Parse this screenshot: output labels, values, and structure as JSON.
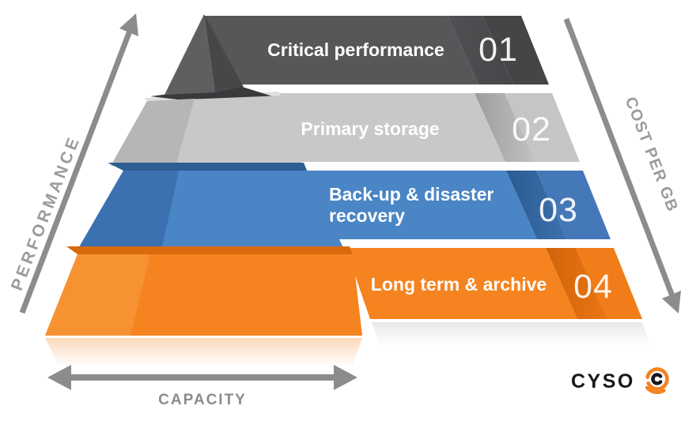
{
  "pyramid": {
    "tiers": [
      {
        "number": "01",
        "label": "Critical performance",
        "color": "#57575a"
      },
      {
        "number": "02",
        "label": "Primary storage",
        "color": "#c8c8c9"
      },
      {
        "number": "03",
        "label": "Back-up & disaster recovery",
        "label_lines": [
          "Back-up & disaster",
          "recovery"
        ],
        "color": "#4a85c5"
      },
      {
        "number": "04",
        "label": "Long term & archive",
        "color": "#f5831f"
      }
    ]
  },
  "axes": {
    "performance_label": "PERFORMANCE",
    "cost_label": "COST PER GB",
    "capacity_label": "CAPACITY"
  },
  "logo": {
    "wordmark": "CYSO",
    "icon": "cyso-spiral-c-icon"
  },
  "colors": {
    "tier1": "#57575a",
    "tier2": "#c8c8c9",
    "tier3": "#4a85c5",
    "tier4": "#f5831f",
    "axis_gray": "#8c8c8e",
    "logo_orange": "#f5821f",
    "logo_dark": "#17171d"
  }
}
